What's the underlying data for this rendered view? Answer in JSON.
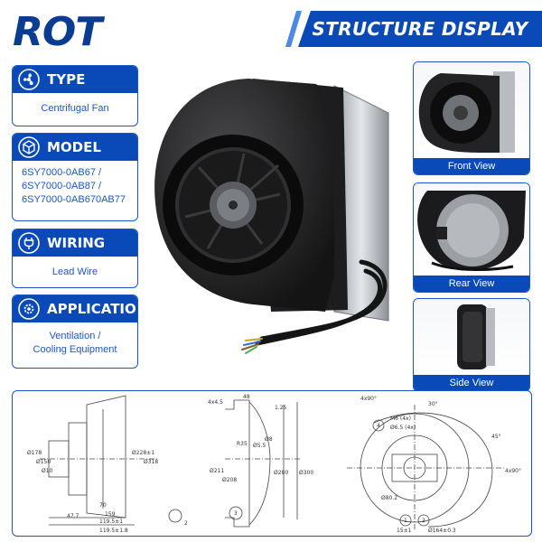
{
  "brand": {
    "logo_text": "ROT"
  },
  "banner": {
    "title": "STRUCTURE DISPLAY"
  },
  "specs": [
    {
      "icon": "fan-icon",
      "title": "TYPE",
      "lines": [
        "Centrifugal Fan"
      ]
    },
    {
      "icon": "cube-icon",
      "title": "MODEL",
      "lines": [
        "6SY7000-0AB67 /",
        "6SY7000-0AB87 /",
        "6SY7000-0AB670AB77"
      ]
    },
    {
      "icon": "plug-icon",
      "title": "WIRING",
      "lines": [
        "Lead Wire"
      ]
    },
    {
      "icon": "gear-icon",
      "title": "APPLICATION",
      "lines": [
        "Ventilation /",
        "Cooling Equipment"
      ]
    }
  ],
  "views": [
    {
      "label": "Front View"
    },
    {
      "label": "Rear View"
    },
    {
      "label": "Side View"
    }
  ],
  "drawing": {
    "side_dims": [
      "Ø178",
      "Ø150",
      "Ø10",
      "Ø228±1",
      "Ø318",
      "70",
      "47.7",
      "159",
      "119.5±1",
      "2"
    ],
    "section_dims": [
      "4x4.5",
      "48",
      "1.25",
      "R35",
      "Ø5.5",
      "Ø8",
      "Ø211",
      "Ø208",
      "Ø280",
      "Ø300",
      "3"
    ],
    "bottom_dim": "119.5±1.8",
    "front_dims": [
      "4x90°",
      "30°",
      "45°",
      "4x90°",
      "M6 (4x)",
      "Ø6.5 (4x)",
      "Ø80.2",
      "15±1",
      "Ø164±0.3",
      "4",
      "1",
      "2"
    ]
  }
}
